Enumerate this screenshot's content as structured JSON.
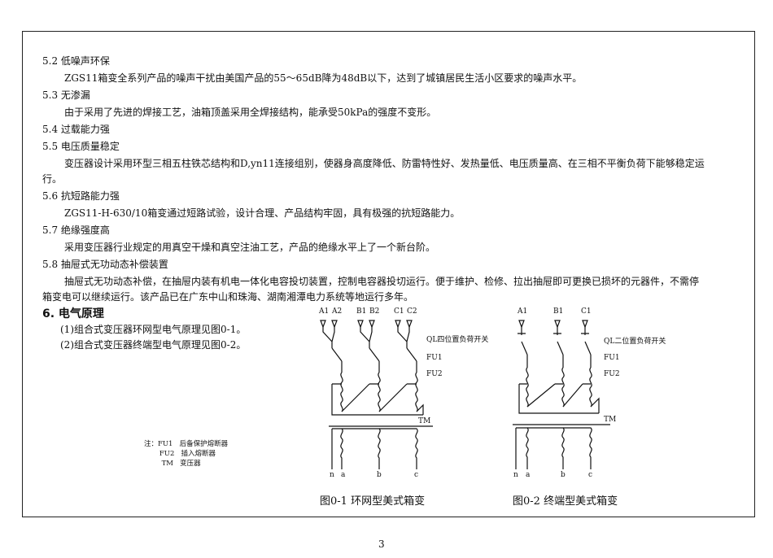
{
  "sections": [
    {
      "heading": "5.2 低噪声环保",
      "body": [
        "ZGS11箱变全系列产品的噪声干扰由美国产品的55～65dB降为48dB以下，达到了城镇居民生活小区要求的噪声水平。"
      ]
    },
    {
      "heading": "5.3 无渗漏",
      "body": [
        "由于采用了先进的焊接工艺，油箱顶盖采用全焊接结构，能承受50kPa的强度不变形。"
      ]
    },
    {
      "heading": "5.4 过载能力强",
      "body": []
    },
    {
      "heading": "5.5 电压质量稳定",
      "body": [
        "变压器设计采用环型三相五柱铁芯结构和D,yn11连接组别，使器身高度降低、防雷特性好、发热量低、电压质量高、在三相不平衡负荷下能够稳定运",
        "行。"
      ]
    },
    {
      "heading": "5.6 抗短路能力强",
      "body": [
        "ZGS11-H-630/10箱变通过短路试验，设计合理、产品结构牢固，具有极强的抗短路能力。"
      ]
    },
    {
      "heading": "5.7 绝缘强度高",
      "body": [
        "采用变压器行业规定的用真空干燥和真空注油工艺，产品的绝缘水平上了一个新台阶。"
      ]
    },
    {
      "heading": "5.8 抽屉式无功动态补偿装置",
      "body": [
        "抽屉式无功动态补偿，在抽屉内装有机电一体化电容投切装置，控制电容器投切运行。便于维护、检修、拉出抽屉即可更换已损坏的元器件，不需停",
        "箱变电可以继续运行。该产品已在广东中山和珠海、湖南湘潭电力系统等地运行多年。"
      ]
    }
  ],
  "section6": {
    "title": "6. 电气原理",
    "lines": [
      "(1)组合式变压器环网型电气原理见图0-1。",
      "(2)组合式变压器终端型电气原理见图0-2。"
    ]
  },
  "legend": {
    "lines": [
      "注：FU1   后备保护熔断器",
      "       FU2   插入熔断器",
      "        TM   变压器"
    ]
  },
  "diagram1": {
    "caption": "图0-1 环网型美式箱变",
    "top_labels": [
      "A1",
      "A2",
      "B1",
      "B2",
      "C1",
      "C2"
    ],
    "side_labels": [
      "QL四位置负荷开关",
      "FU1",
      "FU2",
      "TM"
    ],
    "bottom_labels": [
      "n",
      "a",
      "b",
      "c"
    ]
  },
  "diagram2": {
    "caption": "图0-2 终端型美式箱变",
    "top_labels": [
      "A1",
      "B1",
      "C1"
    ],
    "side_labels": [
      "QL二位置负荷开关",
      "FU1",
      "FU2",
      "TM"
    ],
    "bottom_labels": [
      "n",
      "a",
      "b",
      "c"
    ]
  },
  "page_number": "3"
}
